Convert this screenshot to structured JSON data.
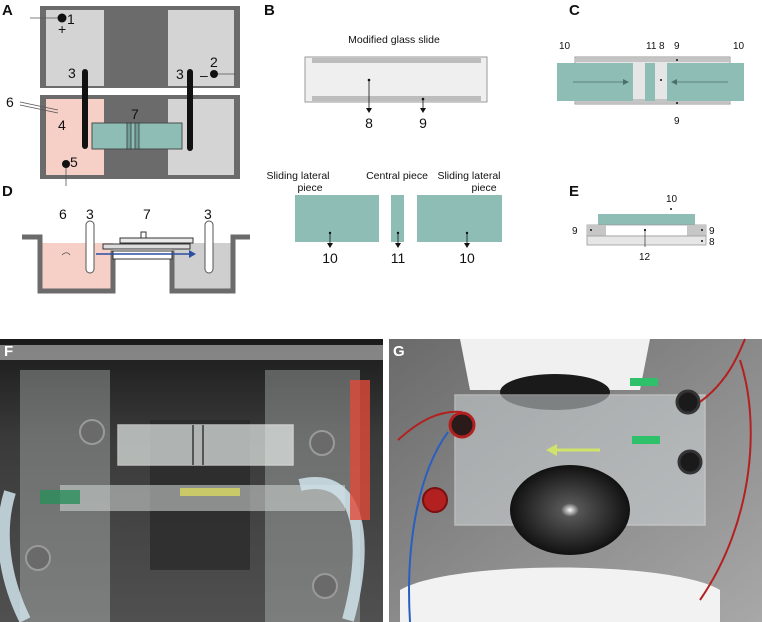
{
  "panels": {
    "A": {
      "label": "A",
      "labels": {
        "n1": "1",
        "plus": "+",
        "n2": "2",
        "minus": "–",
        "n3a": "3",
        "n3b": "3",
        "n4": "4",
        "n5": "5",
        "n6": "6",
        "n7": "7"
      }
    },
    "B": {
      "label": "B",
      "title": "Modified glass slide",
      "n8": "8",
      "n9": "9",
      "pieces": {
        "left_caption_1": "Sliding lateral",
        "left_caption_2": "piece",
        "center_caption": "Central piece",
        "right_caption_1": "Sliding lateral",
        "right_caption_2": "piece",
        "n10a": "10",
        "n11": "11",
        "n10b": "10"
      }
    },
    "C": {
      "label": "C",
      "labels": {
        "n10a": "10",
        "n11": "11",
        "n8": "8",
        "n9top": "9",
        "n10b": "10",
        "n9bot": "9"
      }
    },
    "D": {
      "label": "D",
      "labels": {
        "n6": "6",
        "n3a": "3",
        "n7": "7",
        "n3b": "3"
      }
    },
    "E": {
      "label": "E",
      "labels": {
        "n10": "10",
        "n9l": "9",
        "n9r": "9",
        "n8": "8",
        "n12": "12"
      }
    },
    "F": {
      "label": "F"
    },
    "G": {
      "label": "G"
    }
  },
  "colors": {
    "teal": "#8dbdb5",
    "pink": "#f6cfc6",
    "gray_light": "#d4d4d4",
    "gray_dark": "#6b6b6b",
    "arrow_blue": "#2c4fa3"
  }
}
